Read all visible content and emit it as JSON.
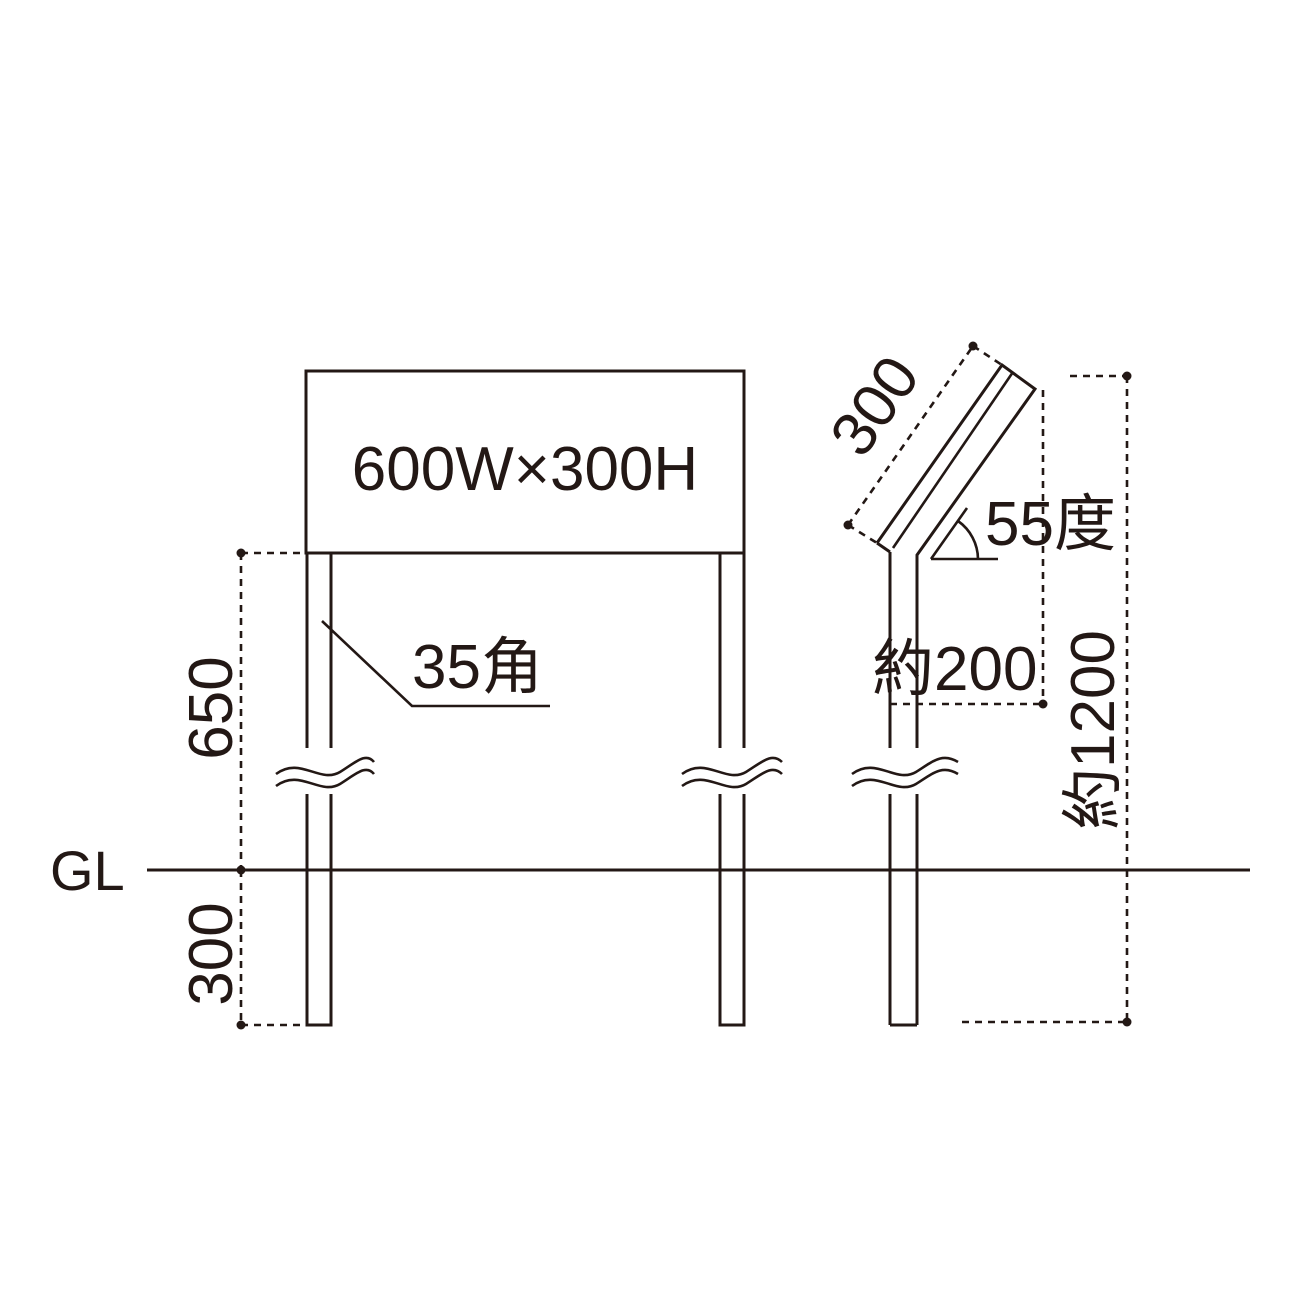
{
  "labels": {
    "sign_size": "600W×300H",
    "post_size": "35角",
    "height_above_ground": "650",
    "depth_below_ground": "300",
    "ground_line": "GL",
    "panel_length": "300",
    "tilt_angle": "55度",
    "offset": "約200",
    "total_height": "約1200"
  },
  "colors": {
    "line": "#231815",
    "background": "#ffffff"
  }
}
